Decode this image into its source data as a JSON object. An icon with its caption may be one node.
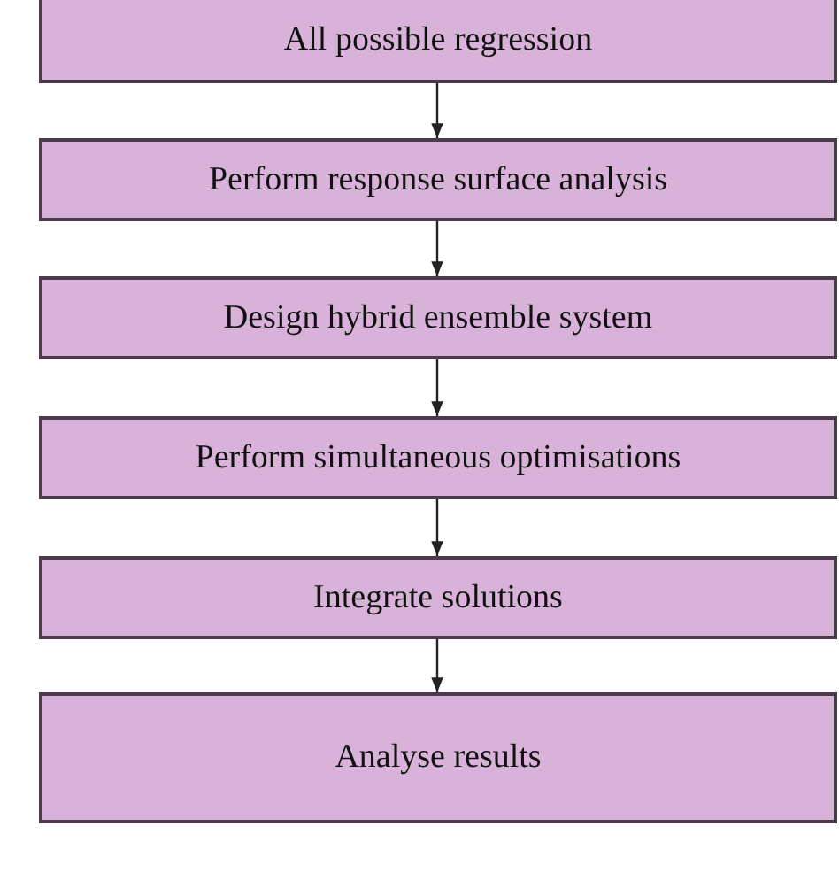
{
  "diagram": {
    "nodes": [
      {
        "text": [
          "All possible regression"
        ]
      },
      {
        "text": [
          "Perform response surface analysis"
        ]
      },
      {
        "text": [
          "Design hybrid ensemble system"
        ]
      },
      {
        "text": [
          "Perform simultaneous optimisations"
        ]
      },
      {
        "text": [
          "Integrate solutions"
        ]
      },
      {
        "text": [
          "Analyse results"
        ]
      }
    ],
    "edges": [
      {
        "from": 0,
        "to": 1,
        "arrow": "to"
      },
      {
        "from": 1,
        "to": 2,
        "arrow": "to"
      },
      {
        "from": 2,
        "to": 3,
        "arrow": "to"
      },
      {
        "from": 3,
        "to": 4,
        "arrow": "to"
      },
      {
        "from": 4,
        "to": 5,
        "arrow": "to"
      }
    ]
  }
}
